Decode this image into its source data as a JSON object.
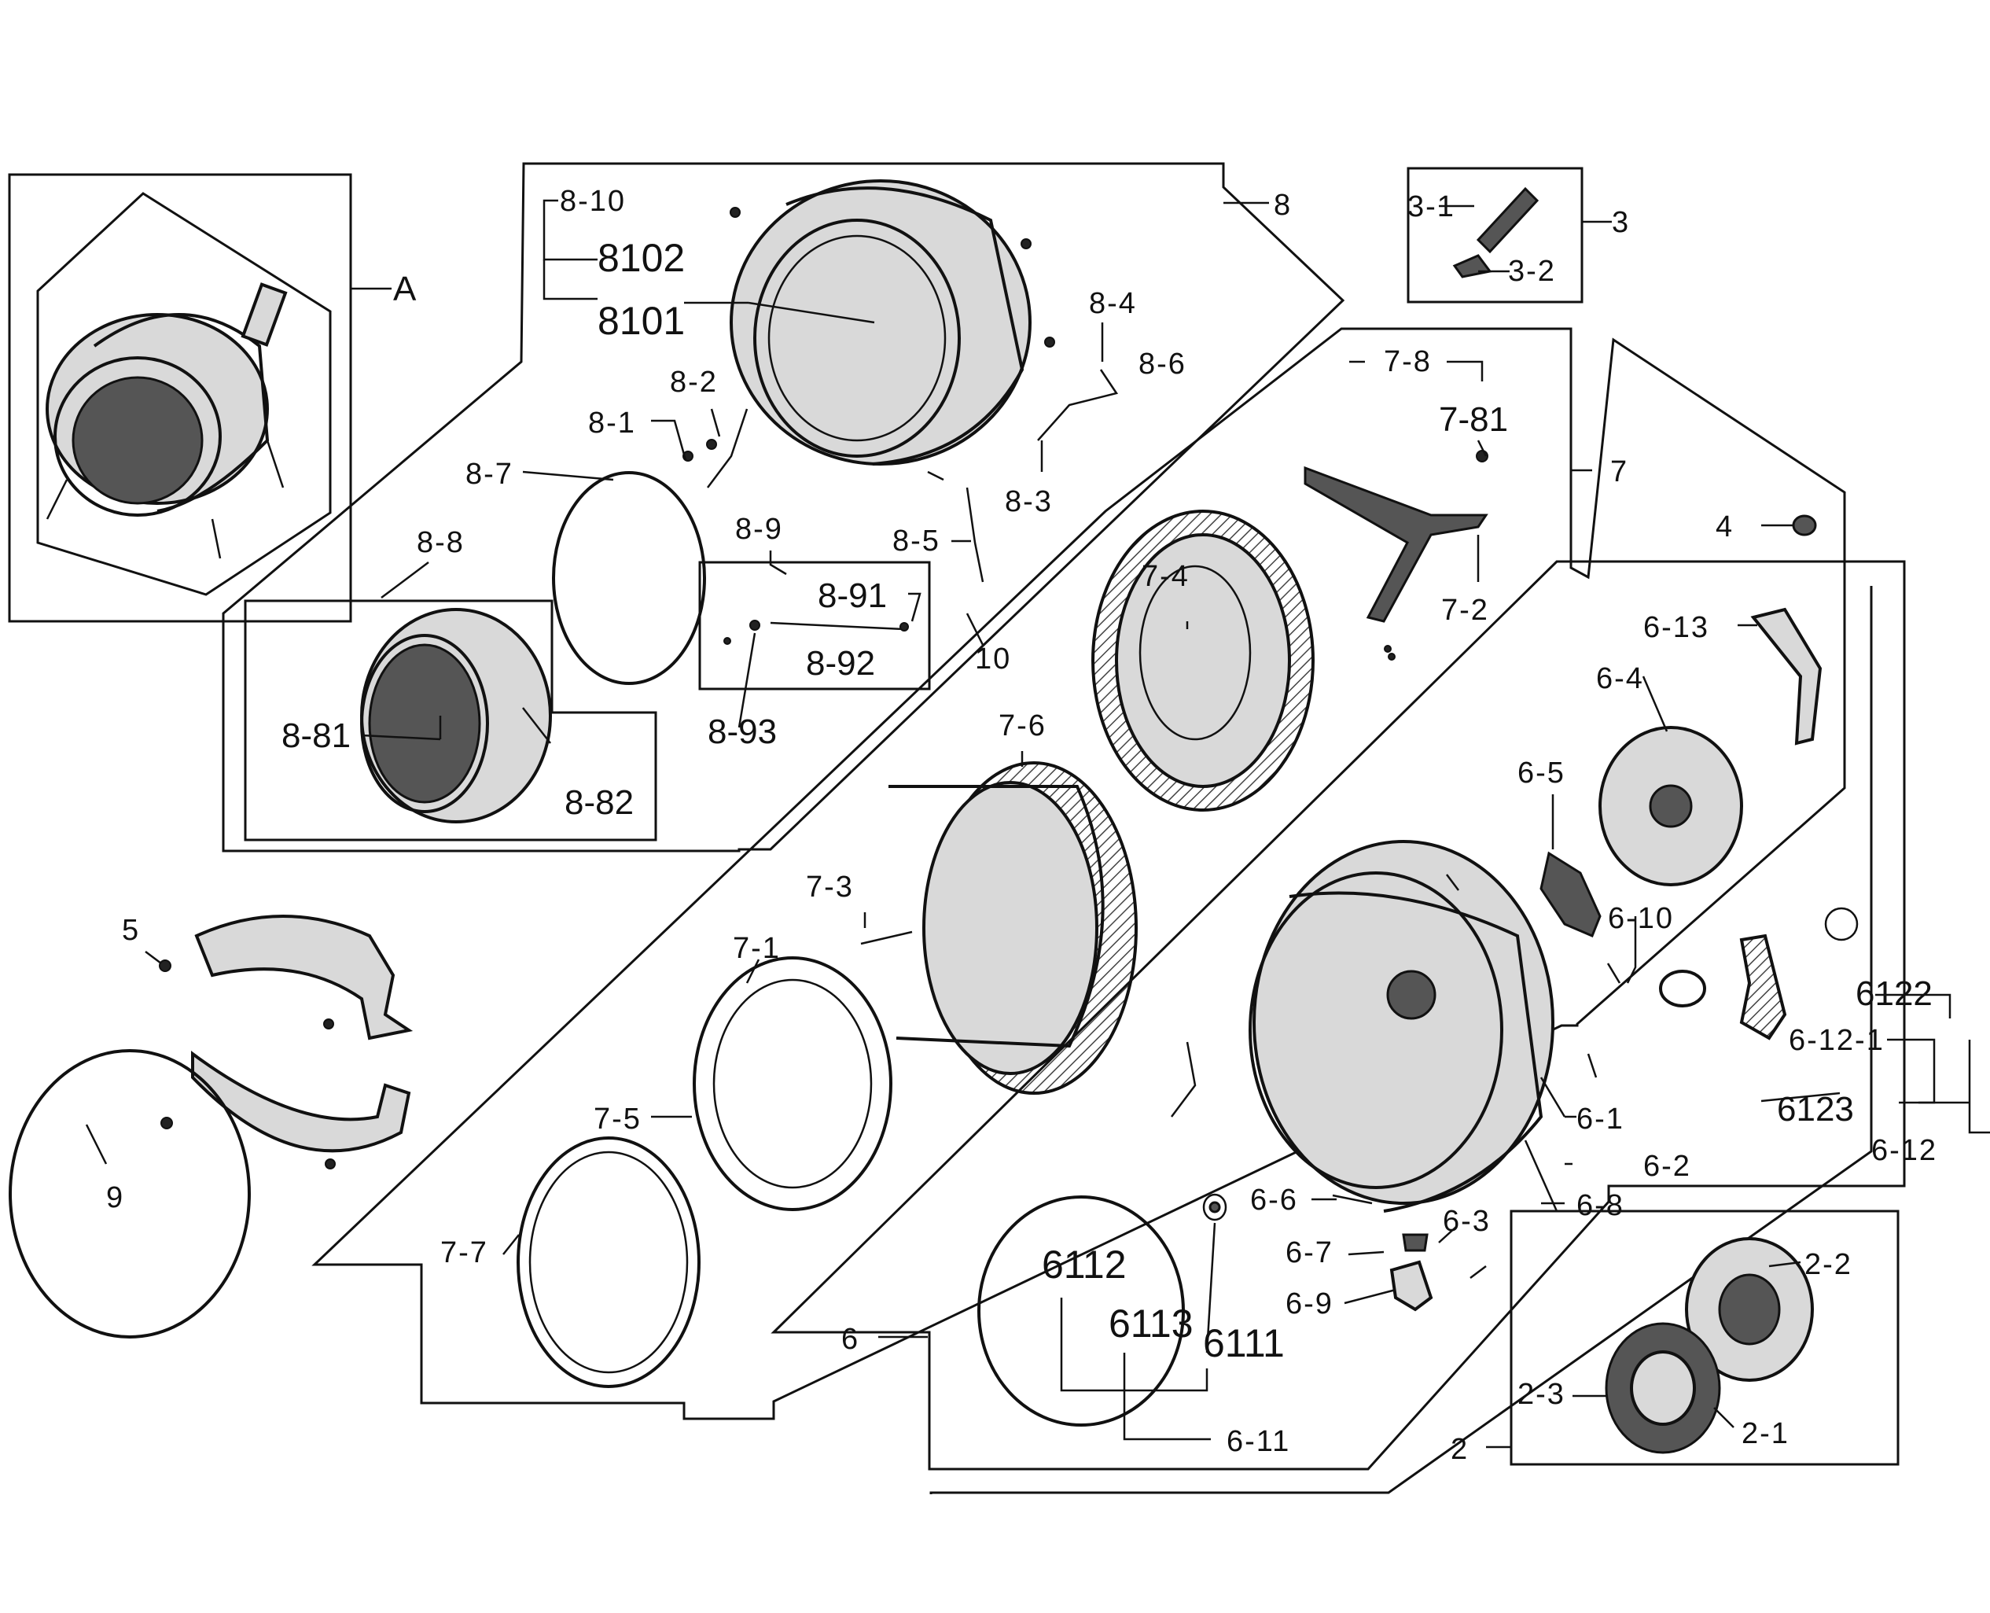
{
  "labels": {
    "A": "A",
    "p2": "2",
    "p2_1": "2-1",
    "p2_2": "2-2",
    "p2_3": "2-3",
    "p3": "3",
    "p3_1": "3-1",
    "p3_2": "3-2",
    "p4": "4",
    "p5": "5",
    "p6": "6",
    "p6_1": "6-1",
    "p6_2": "6-2",
    "p6_3": "6-3",
    "p6_4": "6-4",
    "p6_5": "6-5",
    "p6_6": "6-6",
    "p6_7": "6-7",
    "p6_8": "6-8",
    "p6_9": "6-9",
    "p6_10": "6-10",
    "p6_11": "6-11",
    "p6_12": "6-12",
    "p6_12_1": "6-12-1",
    "p6_13": "6-13",
    "p6111": "6111",
    "p6112": "6112",
    "p6113": "6113",
    "p6122": "6122",
    "p6123": "6123",
    "p7": "7",
    "p7_1": "7-1",
    "p7_2": "7-2",
    "p7_3": "7-3",
    "p7_4": "7-4",
    "p7_5": "7-5",
    "p7_6": "7-6",
    "p7_7": "7-7",
    "p7_8": "7-8",
    "p7_81": "7-81",
    "p8": "8",
    "p8_1": "8-1",
    "p8_2": "8-2",
    "p8_3": "8-3",
    "p8_4": "8-4",
    "p8_5": "8-5",
    "p8_6": "8-6",
    "p8_7": "8-7",
    "p8_8": "8-8",
    "p8_9": "8-9",
    "p8_10": "8-10",
    "p8_81": "8-81",
    "p8_82": "8-82",
    "p8_91": "8-91",
    "p8_92": "8-92",
    "p8_93": "8-93",
    "p8101": "8101",
    "p8102": "8102",
    "p9": "9",
    "p10": "10"
  }
}
